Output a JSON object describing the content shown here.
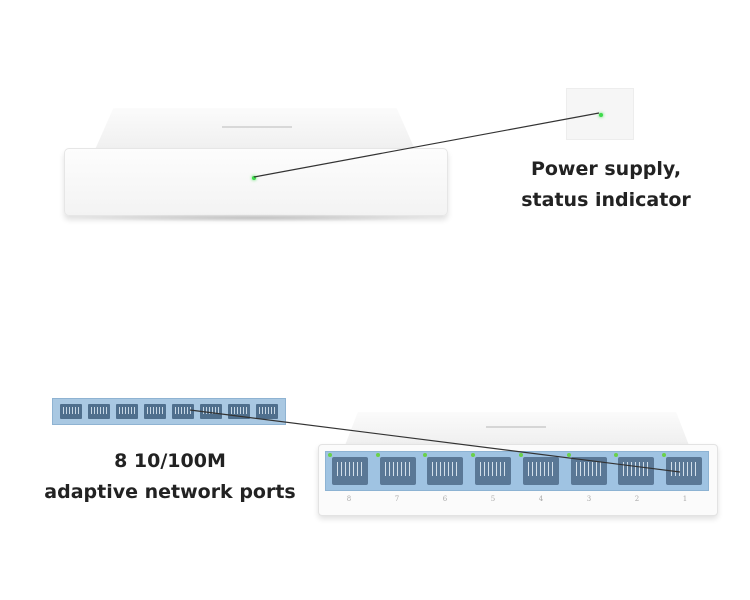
{
  "callouts": {
    "power": {
      "line1": "Power supply,",
      "line2": "status indicator"
    },
    "ports": {
      "line1": "8 10/100M",
      "line2": "adaptive network ports"
    }
  },
  "switch_front": {
    "port_count": 8,
    "port_numbers": [
      "8",
      "7",
      "6",
      "5",
      "4",
      "3",
      "2",
      "1"
    ]
  },
  "colors": {
    "led": "#3ddb4a",
    "port_panel": "#9fc3e2",
    "leader_line": "#333333"
  }
}
